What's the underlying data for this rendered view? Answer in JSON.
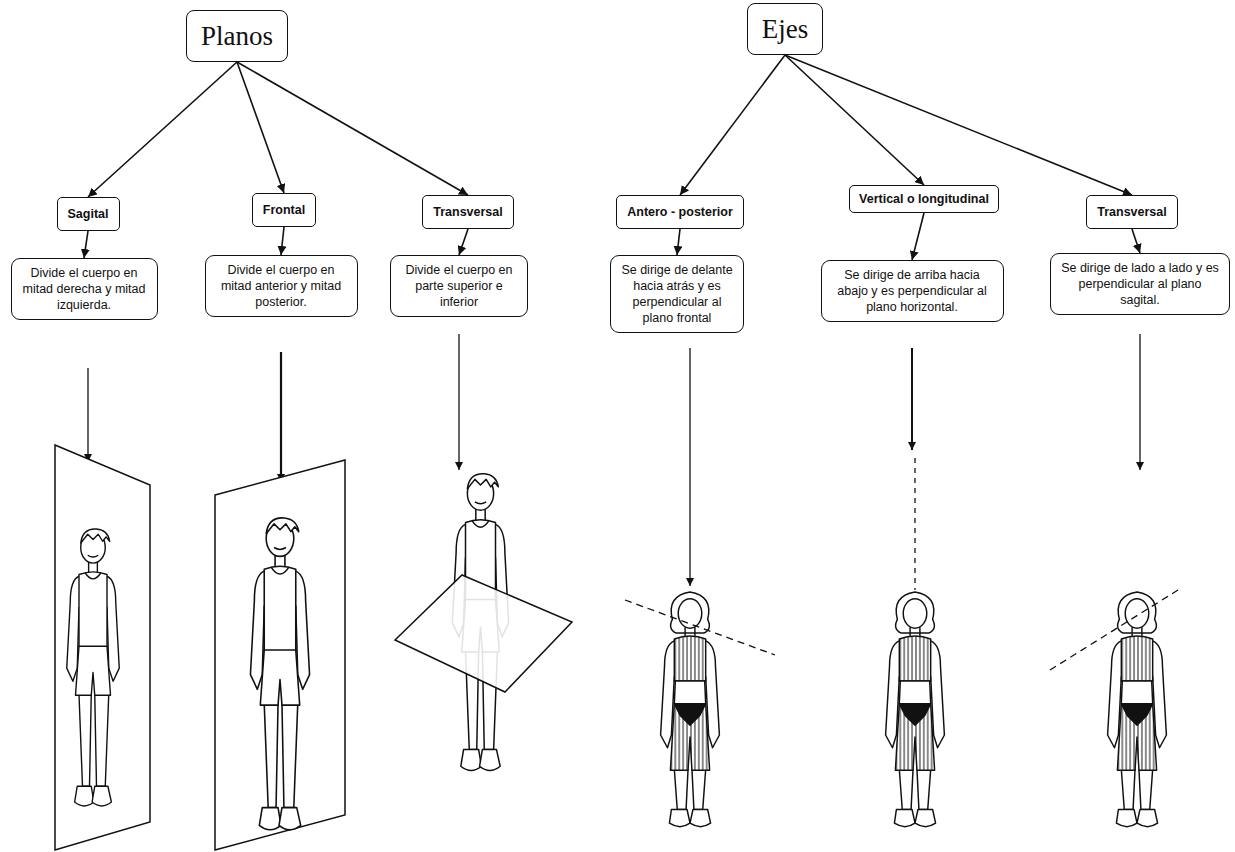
{
  "diagram": {
    "nodes": [
      {
        "text": [
          "Planos"
        ]
      },
      {
        "text": [
          "Ejes"
        ]
      },
      {
        "text": [
          "Sagital"
        ]
      },
      {
        "text": [
          "Frontal"
        ]
      },
      {
        "text": [
          "Transversal"
        ]
      },
      {
        "text": [
          "Antero - posterior"
        ]
      },
      {
        "text": [
          "Vertical o longitudinal"
        ]
      },
      {
        "text": [
          "Transversal"
        ]
      },
      {
        "text": [
          "Divide el cuerpo en mitad derecha y mitad izquierda."
        ]
      },
      {
        "text": [
          "Divide el cuerpo en mitad anterior y mitad posterior."
        ]
      },
      {
        "text": [
          "Divide el cuerpo en parte superior e inferior"
        ]
      },
      {
        "text": [
          "Se dirige de delante hacia atrás y es perpendicular al plano frontal"
        ]
      },
      {
        "text": [
          "Se dirige de arriba hacia abajo y es perpendicular al plano horizontal."
        ]
      },
      {
        "text": [
          "Se dirige de lado a lado y es perpendicular al plano sagital."
        ]
      }
    ],
    "edges": [
      {
        "from": 0,
        "to": 2,
        "arrow": "to"
      },
      {
        "from": 0,
        "to": 3,
        "arrow": "to"
      },
      {
        "from": 0,
        "to": 4,
        "arrow": "to"
      },
      {
        "from": 1,
        "to": 5,
        "arrow": "to"
      },
      {
        "from": 1,
        "to": 6,
        "arrow": "to"
      },
      {
        "from": 1,
        "to": 7,
        "arrow": "to"
      },
      {
        "from": 2,
        "to": 8,
        "arrow": "to"
      },
      {
        "from": 3,
        "to": 9,
        "arrow": "to"
      },
      {
        "from": 4,
        "to": 10,
        "arrow": "to"
      },
      {
        "from": 5,
        "to": 11,
        "arrow": "to"
      },
      {
        "from": 6,
        "to": 12,
        "arrow": "to"
      },
      {
        "from": 7,
        "to": 13,
        "arrow": "to"
      }
    ]
  }
}
